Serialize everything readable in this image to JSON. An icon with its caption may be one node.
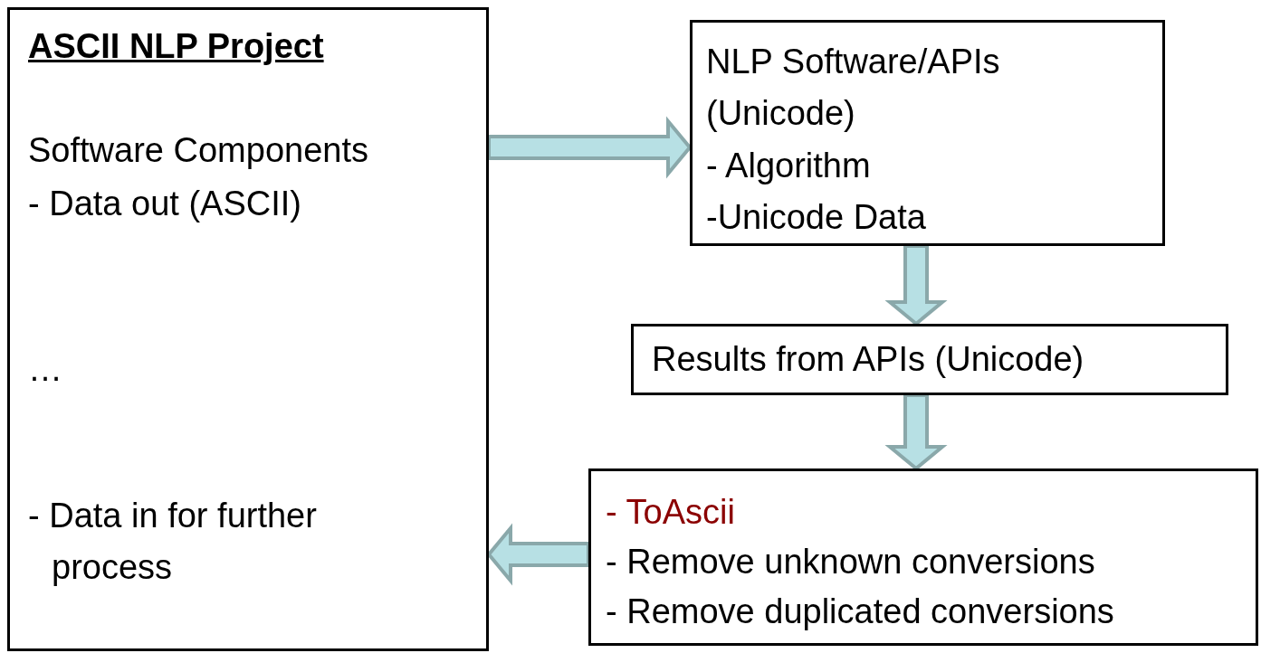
{
  "diagram": {
    "nodes": [
      {
        "text": [
          "ASCII NLP Project",
          "Software Components",
          "- Data out (ASCII)",
          "…",
          "- Data in for further process"
        ]
      },
      {
        "text": [
          "NLP Software/APIs (Unicode)",
          "- Algorithm",
          "-Unicode Data"
        ]
      },
      {
        "text": [
          "Results from APIs (Unicode)"
        ]
      },
      {
        "text": [
          "- ToAscii",
          "- Remove unknown conversions",
          "- Remove duplicated conversions"
        ]
      }
    ],
    "edges": [
      {
        "from": 0,
        "to": 1,
        "arrow": "to"
      },
      {
        "from": 1,
        "to": 2,
        "arrow": "to"
      },
      {
        "from": 2,
        "to": 3,
        "arrow": "to"
      },
      {
        "from": 3,
        "to": 0,
        "arrow": "to"
      }
    ]
  }
}
